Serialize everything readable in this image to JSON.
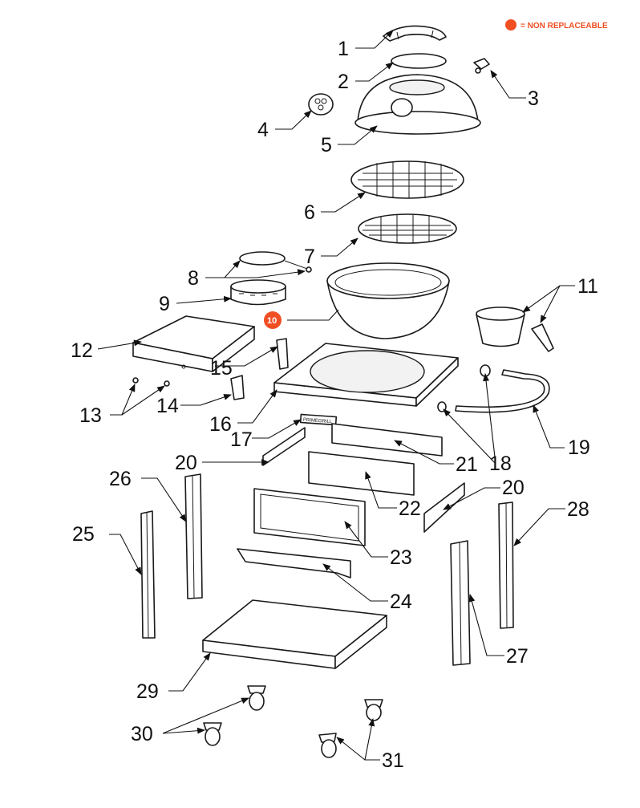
{
  "colors": {
    "accent": "#F04E23",
    "ink": "#1a1a1a"
  },
  "legend": {
    "text": "= NON REPLACEABLE"
  },
  "labels": {
    "p1": "1",
    "p2": "2",
    "p3": "3",
    "p4": "4",
    "p5": "5",
    "p6": "6",
    "p7": "7",
    "p8": "8",
    "p9": "9",
    "p10": "10",
    "p11": "11",
    "p12": "12",
    "p13": "13",
    "p14": "14",
    "p15": "15",
    "p16": "16",
    "p17": "17",
    "p18": "18",
    "p19": "19",
    "p20a": "20",
    "p20b": "20",
    "p21": "21",
    "p22": "22",
    "p23": "23",
    "p24": "24",
    "p25": "25",
    "p26": "26",
    "p27": "27",
    "p28": "28",
    "p29": "29",
    "p30": "30",
    "p31": "31"
  },
  "badge_text": "PRIMEGRILL"
}
